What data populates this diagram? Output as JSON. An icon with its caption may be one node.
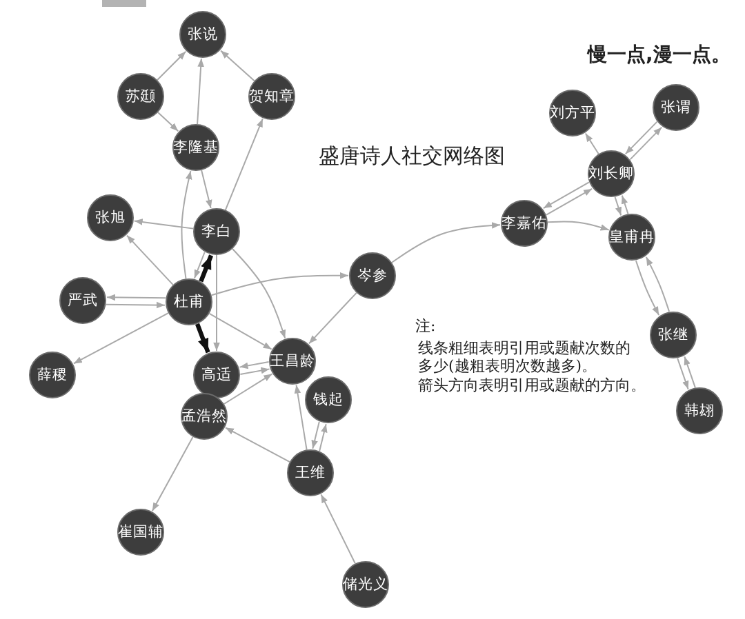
{
  "diagram": {
    "title": "盛唐诗人社交网络图",
    "nodes": [
      {
        "text": [
          "张说"
        ]
      },
      {
        "text": [
          "苏颋"
        ]
      },
      {
        "text": [
          "贺知章"
        ]
      },
      {
        "text": [
          "李隆基"
        ]
      },
      {
        "text": [
          "张旭"
        ]
      },
      {
        "text": [
          "李白"
        ]
      },
      {
        "text": [
          "杜甫"
        ]
      },
      {
        "text": [
          "严武"
        ]
      },
      {
        "text": [
          "岑参"
        ]
      },
      {
        "text": [
          "薛稷"
        ]
      },
      {
        "text": [
          "高适"
        ]
      },
      {
        "text": [
          "王昌龄"
        ]
      },
      {
        "text": [
          "孟浩然"
        ]
      },
      {
        "text": [
          "钱起"
        ]
      },
      {
        "text": [
          "王维"
        ]
      },
      {
        "text": [
          "崔国辅"
        ]
      },
      {
        "text": [
          "储光义"
        ]
      },
      {
        "text": [
          "刘方平"
        ]
      },
      {
        "text": [
          "张谓"
        ]
      },
      {
        "text": [
          "刘长卿"
        ]
      },
      {
        "text": [
          "李嘉佑"
        ]
      },
      {
        "text": [
          "皇甫冉"
        ]
      },
      {
        "text": [
          "张继"
        ]
      },
      {
        "text": [
          "韩翃"
        ]
      }
    ],
    "edges": [
      {
        "from": 1,
        "to": 0,
        "arrow": "to"
      },
      {
        "from": 3,
        "to": 0,
        "arrow": "to"
      },
      {
        "from": 2,
        "to": 0,
        "arrow": "to"
      },
      {
        "from": 1,
        "to": 3,
        "arrow": "to"
      },
      {
        "from": 5,
        "to": 2,
        "arrow": "to"
      },
      {
        "from": 3,
        "to": 5,
        "arrow": "to"
      },
      {
        "from": 6,
        "to": 3,
        "arrow": "to"
      },
      {
        "from": 5,
        "to": 4,
        "arrow": "to"
      },
      {
        "from": 6,
        "to": 4,
        "arrow": "to"
      },
      {
        "from": 6,
        "to": 5,
        "arrow": "to",
        "style": "thick",
        "color": "#111111"
      },
      {
        "from": 5,
        "to": 6,
        "arrow": "to"
      },
      {
        "from": 6,
        "to": 10,
        "arrow": "to",
        "style": "thick",
        "color": "#111111"
      },
      {
        "from": 5,
        "to": 10,
        "arrow": "to"
      },
      {
        "from": 5,
        "to": 11,
        "arrow": "to"
      },
      {
        "from": 6,
        "to": 8,
        "arrow": "to"
      },
      {
        "from": 7,
        "to": 6,
        "arrow": "to"
      },
      {
        "from": 6,
        "to": 7,
        "arrow": "to"
      },
      {
        "from": 6,
        "to": 9,
        "arrow": "to"
      },
      {
        "from": 8,
        "to": 11,
        "arrow": "to"
      },
      {
        "from": 6,
        "to": 11,
        "arrow": "to"
      },
      {
        "from": 10,
        "to": 11,
        "arrow": "to"
      },
      {
        "from": 11,
        "to": 10,
        "arrow": "to"
      },
      {
        "from": 12,
        "to": 11,
        "arrow": "to"
      },
      {
        "from": 14,
        "to": 12,
        "arrow": "to"
      },
      {
        "from": 12,
        "to": 15,
        "arrow": "to"
      },
      {
        "from": 16,
        "to": 14,
        "arrow": "to"
      },
      {
        "from": 14,
        "to": 13,
        "arrow": "to"
      },
      {
        "from": 13,
        "to": 14,
        "arrow": "to"
      },
      {
        "from": 14,
        "to": 11,
        "arrow": "to"
      },
      {
        "from": 8,
        "to": 20,
        "arrow": "to"
      },
      {
        "from": 20,
        "to": 19,
        "arrow": "to"
      },
      {
        "from": 19,
        "to": 20,
        "arrow": "to"
      },
      {
        "from": 20,
        "to": 21,
        "arrow": "to"
      },
      {
        "from": 19,
        "to": 21,
        "arrow": "to"
      },
      {
        "from": 21,
        "to": 19,
        "arrow": "to"
      },
      {
        "from": 19,
        "to": 17,
        "arrow": "to"
      },
      {
        "from": 18,
        "to": 19,
        "arrow": "to"
      },
      {
        "from": 19,
        "to": 18,
        "arrow": "to"
      },
      {
        "from": 21,
        "to": 22,
        "arrow": "to"
      },
      {
        "from": 22,
        "to": 21,
        "arrow": "to"
      },
      {
        "from": 22,
        "to": 23,
        "arrow": "to"
      },
      {
        "from": 23,
        "to": 22,
        "arrow": "to"
      }
    ],
    "labels": [
      "慢一点,漫一点。",
      "注:",
      "线条粗细表明引用或题献次数的多少(越粗表明次数越多)。",
      "箭头方向表明引用或题献的方向。"
    ]
  }
}
